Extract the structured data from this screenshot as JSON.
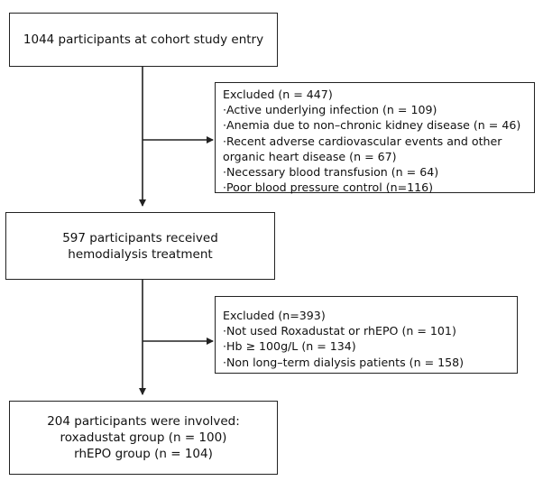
{
  "boxes": {
    "entry": "1044 participants at cohort study entry",
    "hemodialysis": "597 participants received hemodialysis treatment",
    "final_title": "204 participants were involved:",
    "final_group1": "roxadustat group (n = 100)",
    "final_group2": "rhEPO group (n = 104)"
  },
  "exclusion1": {
    "title": "Excluded (n = 447)",
    "items": [
      "·Active underlying infection (n = 109)",
      "·Anemia due to non–chronic kidney disease (n = 46)",
      "·Recent adverse cardiovascular events and other organic heart disease (n = 67)",
      "·Necessary blood transfusion (n = 64)",
      "·Poor blood pressure control (n=116)"
    ]
  },
  "exclusion2": {
    "title": "Excluded (n=393)",
    "items": [
      "·Not used Roxadustat or rhEPO (n = 101)",
      "·Hb ≥ 100g/L (n = 134)",
      "·Non long–term dialysis patients (n = 158)"
    ]
  }
}
